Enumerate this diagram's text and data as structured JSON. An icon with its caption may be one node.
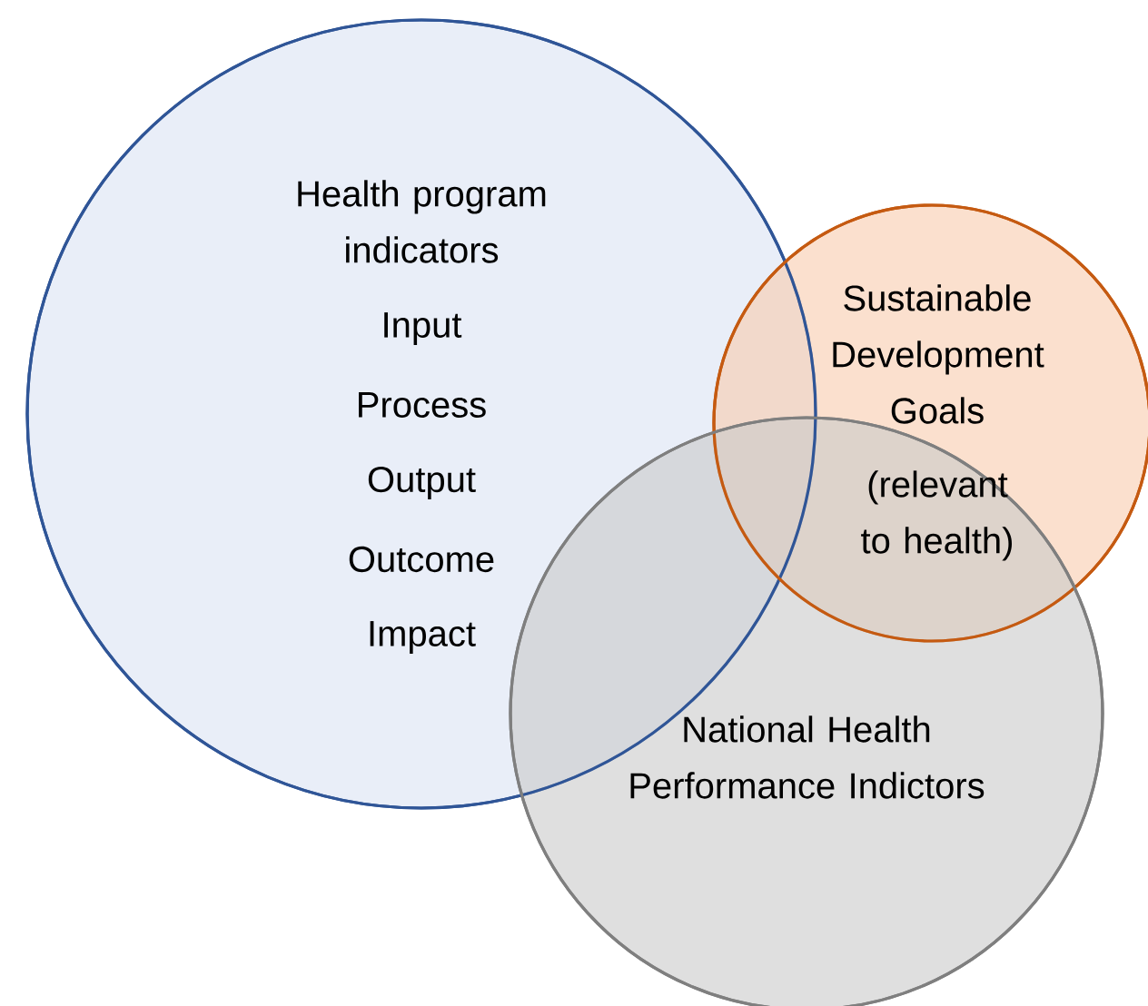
{
  "diagram": {
    "nodes": [
      {
        "text": [
          "Health program indicators",
          "Input",
          "Process",
          "Output",
          "Outcome",
          "Impact"
        ]
      },
      {
        "text": [
          "Sustainable Development Goals",
          "(relevant to health)"
        ]
      },
      {
        "text": [
          "National Health Performance Indictors"
        ]
      }
    ]
  }
}
